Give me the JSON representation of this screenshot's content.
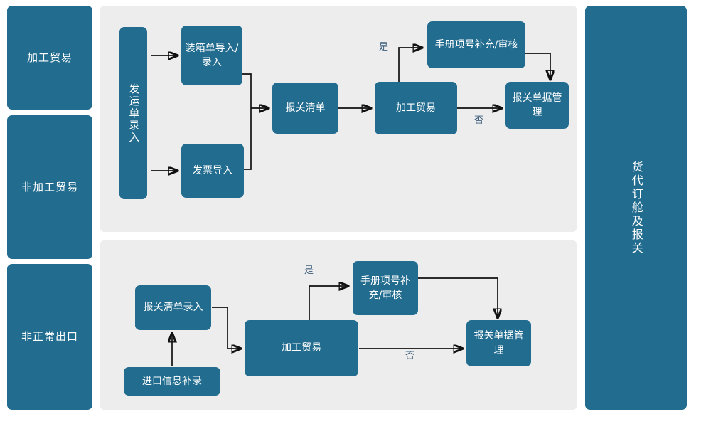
{
  "diagram": {
    "title": "货代订舱及报关",
    "colors": {
      "node_fill": "#216C8F",
      "node_text": "#FFFFFF",
      "panel_bg": "#EDEDED",
      "edge_label": "#3D5E7D",
      "connector": "#111111",
      "page_bg": "#FFFFFF"
    }
  },
  "left_categories": [
    {
      "id": "processing-trade",
      "label": "加工贸易"
    },
    {
      "id": "non-processing-trade",
      "label": "非加工贸易"
    },
    {
      "id": "abnormal-export",
      "label": "非正常出口"
    }
  ],
  "right_category": {
    "id": "freight-booking-customs",
    "label": "货代订舱及报关"
  },
  "flows": [
    {
      "id": "flow-top",
      "nodes": [
        {
          "id": "shipping-order-entry",
          "label": "发运单录入",
          "orientation": "vertical"
        },
        {
          "id": "packing-list-import-entry",
          "label": "装箱单导入/录入",
          "orientation": "horizontal"
        },
        {
          "id": "invoice-import",
          "label": "发票导入",
          "orientation": "horizontal"
        },
        {
          "id": "customs-declaration-list",
          "label": "报关清单",
          "orientation": "horizontal"
        },
        {
          "id": "processing-trade-decision",
          "label": "加工贸易",
          "orientation": "horizontal"
        },
        {
          "id": "manual-item-supplement-review",
          "label": "手册项号补充/审核",
          "orientation": "horizontal"
        },
        {
          "id": "customs-document-management",
          "label": "报关单据管理",
          "orientation": "horizontal"
        }
      ],
      "edge_labels": [
        {
          "id": "yes-top",
          "label": "是"
        },
        {
          "id": "no-top",
          "label": "否"
        }
      ]
    },
    {
      "id": "flow-bottom",
      "nodes": [
        {
          "id": "customs-list-entry",
          "label": "报关清单录入",
          "orientation": "horizontal"
        },
        {
          "id": "import-info-supplement",
          "label": "进口信息补录",
          "orientation": "horizontal"
        },
        {
          "id": "processing-trade-decision-2",
          "label": "加工贸易",
          "orientation": "horizontal"
        },
        {
          "id": "manual-item-supplement-review-2",
          "label": "手册项号补充/审核",
          "orientation": "horizontal"
        },
        {
          "id": "customs-document-management-2",
          "label": "报关单据管理",
          "orientation": "horizontal"
        }
      ],
      "edge_labels": [
        {
          "id": "yes-bottom",
          "label": "是"
        },
        {
          "id": "no-bottom",
          "label": "否"
        }
      ]
    }
  ]
}
